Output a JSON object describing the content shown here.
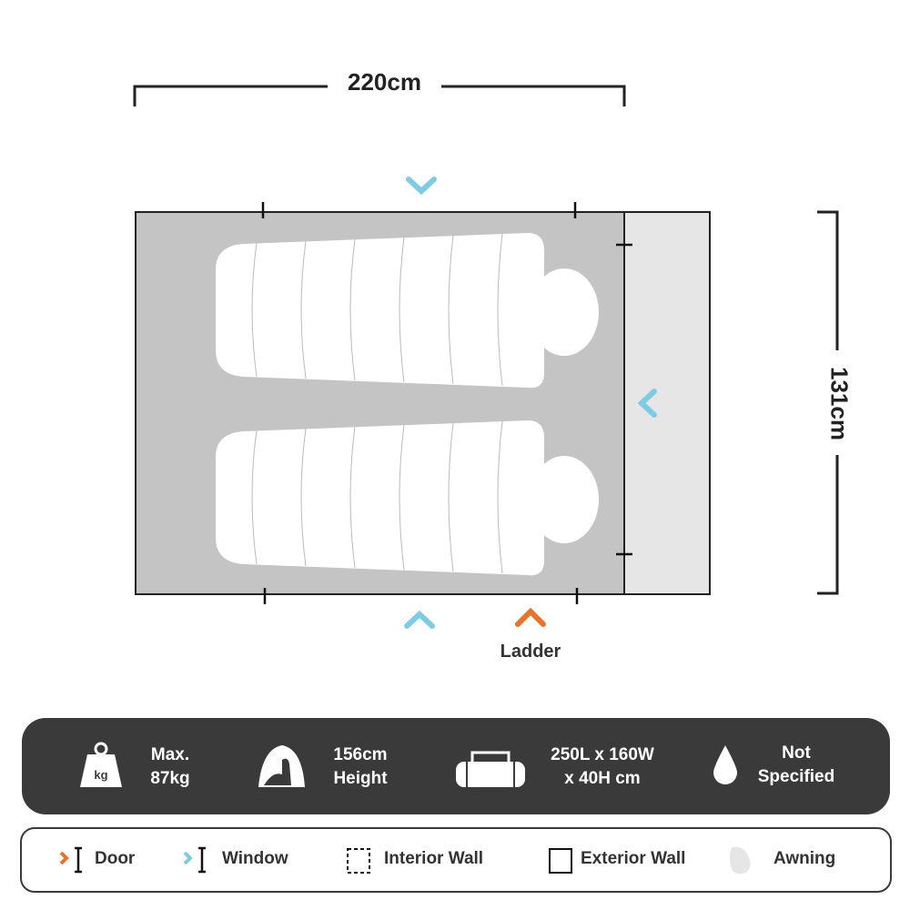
{
  "dimensions": {
    "width_label": "220cm",
    "depth_label": "131cm"
  },
  "markers": {
    "ladder_label": "Ladder"
  },
  "colors": {
    "door": "#e8732a",
    "window": "#7fcbe3",
    "floor": "#c4c4c4",
    "awning": "#e6e6e6",
    "panel": "#3a3a3a"
  },
  "stats": [
    {
      "icon": "weight-icon",
      "icon_text": "kg",
      "line1": "Max.",
      "line2": "87kg"
    },
    {
      "icon": "tent-height-icon",
      "line1": "156cm",
      "line2": "Height"
    },
    {
      "icon": "bag-icon",
      "line1": "250L x 160W",
      "line2": "x 40H cm"
    },
    {
      "icon": "water-drop-icon",
      "line1": "Not",
      "line2": "Specified"
    }
  ],
  "legend": [
    {
      "icon": "door-icon",
      "label": "Door"
    },
    {
      "icon": "window-icon",
      "label": "Window"
    },
    {
      "icon": "interior-wall-icon",
      "label": "Interior Wall"
    },
    {
      "icon": "exterior-wall-icon",
      "label": "Exterior Wall"
    },
    {
      "icon": "awning-icon",
      "label": "Awning"
    }
  ]
}
